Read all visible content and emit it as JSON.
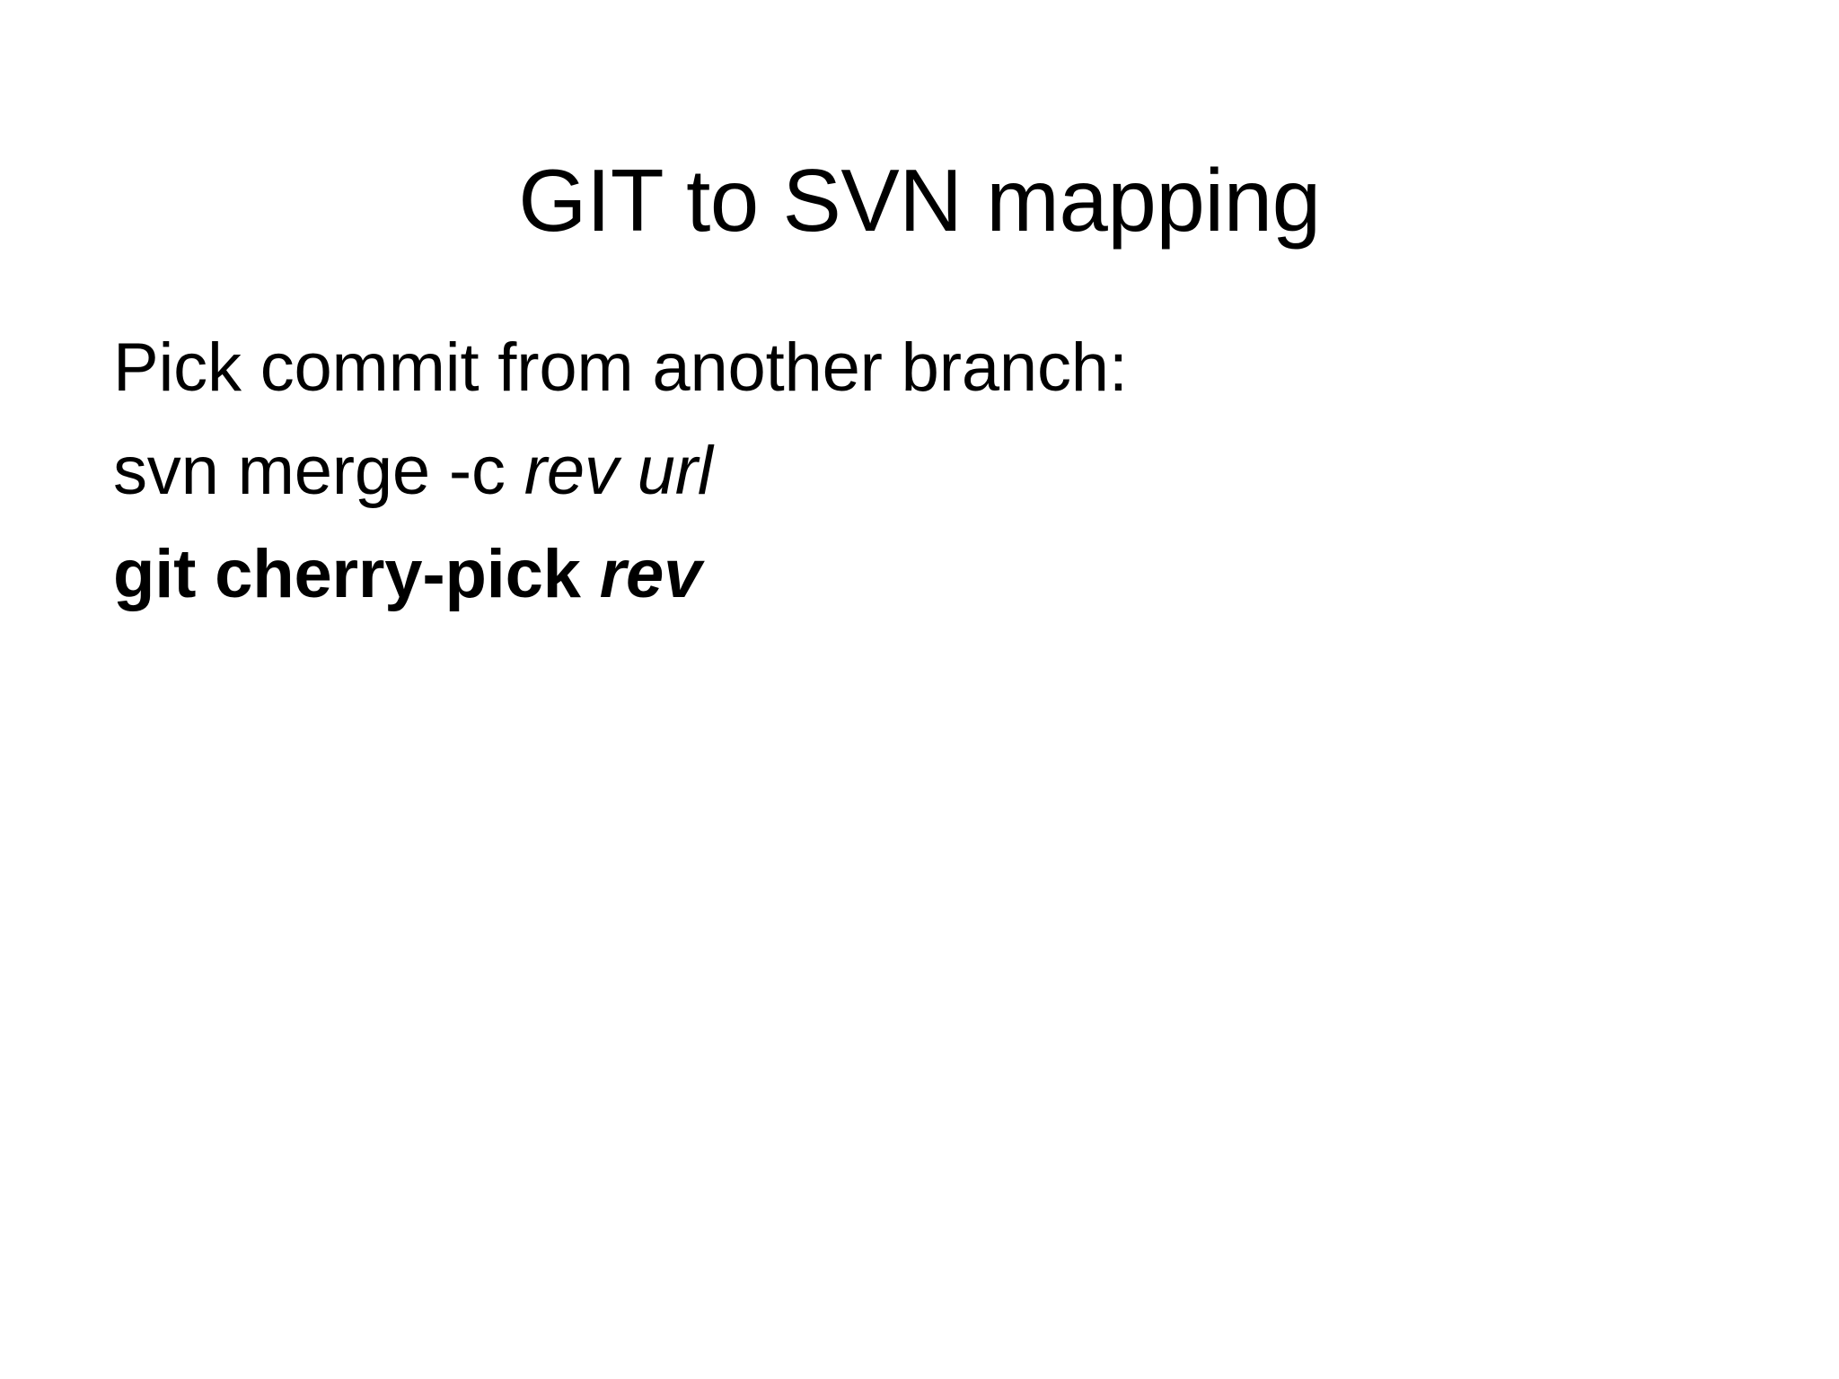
{
  "slide": {
    "background_color": "#FFFFFF",
    "text_color": "#000000",
    "title": "GIT to SVN mapping",
    "body_lines": [
      {
        "id": "line-intro",
        "runs": [
          {
            "text": "Pick commit from another branch:",
            "style": "regular"
          }
        ]
      },
      {
        "id": "line-svn-command",
        "runs": [
          {
            "text": "svn merge -c ",
            "style": "regular"
          },
          {
            "text": "rev url",
            "style": "italic"
          }
        ]
      },
      {
        "id": "line-git-command",
        "runs": [
          {
            "text": "git cherry-pick ",
            "style": "bold"
          },
          {
            "text": "rev",
            "style": "bold-italic"
          }
        ]
      }
    ]
  }
}
